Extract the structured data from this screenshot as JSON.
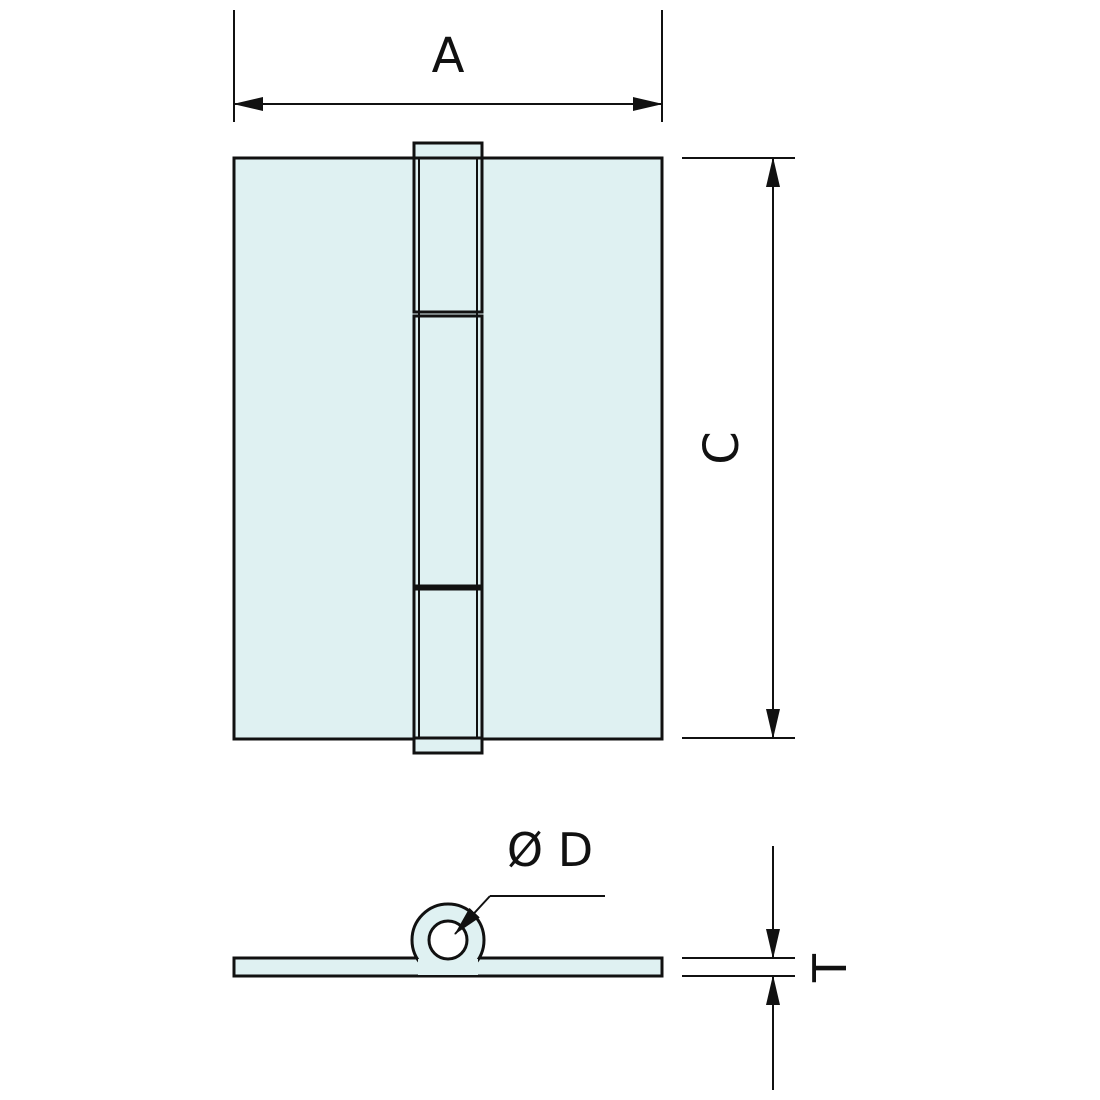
{
  "diagram": {
    "subject": "butt hinge",
    "colors": {
      "leaf_fill": "#dff1f2",
      "outline": "#111111",
      "background": "#ffffff"
    },
    "labels": {
      "width": "A",
      "height": "C",
      "pin_diameter": "Ø D",
      "thickness": "T"
    }
  }
}
